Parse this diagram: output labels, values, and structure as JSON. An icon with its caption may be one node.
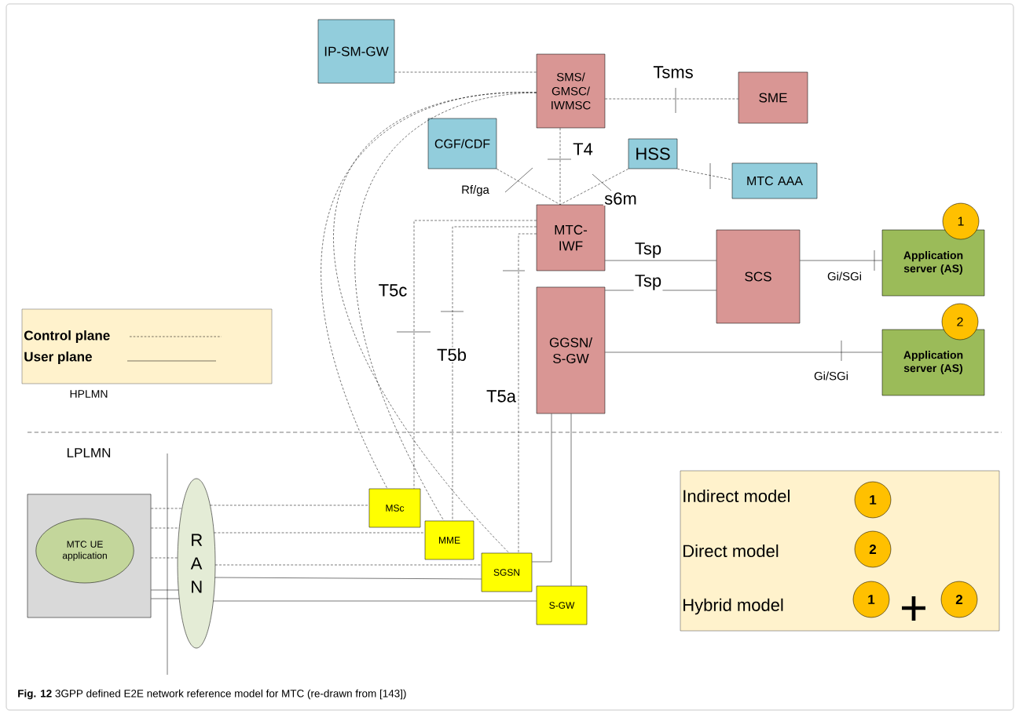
{
  "diagram": {
    "caption": "**Fig. 12** 3GPP defined E2E network reference model for MTC (re-drawn from [143])",
    "nodes": [
      {
        "text": [
          "IP-SM-GW"
        ]
      },
      {
        "text": [
          "SMS/ GMSC/ IWMSC"
        ]
      },
      {
        "text": [
          "SME"
        ]
      },
      {
        "text": [
          "CGF/CDF"
        ]
      },
      {
        "text": [
          "HSS"
        ]
      },
      {
        "text": [
          "MTC AAA"
        ]
      },
      {
        "text": [
          "MTC- IWF"
        ]
      },
      {
        "text": [
          "GGSN/ S-GW"
        ]
      },
      {
        "text": [
          "SCS"
        ]
      },
      {
        "text": [
          "Application server (AS)"
        ]
      },
      {
        "text": [
          "1"
        ]
      },
      {
        "text": [
          "Application server (AS)"
        ]
      },
      {
        "text": [
          "2"
        ]
      },
      {
        "text": [],
        "shape": "box"
      },
      {
        "text": [
          "MTC UE application"
        ],
        "in": 13
      },
      {
        "text": [
          "R A N"
        ]
      },
      {
        "text": [
          "MSc"
        ]
      },
      {
        "text": [
          "MME"
        ]
      },
      {
        "text": [
          "SGSN"
        ]
      },
      {
        "text": [
          "S-GW"
        ]
      },
      {
        "text": [
          "Indirect model",
          "Direct model",
          "Hybrid model"
        ]
      },
      {
        "text": [
          "1"
        ],
        "in": 20
      },
      {
        "text": [
          "2"
        ],
        "in": 20
      },
      {
        "text": [
          "1"
        ],
        "in": 20
      },
      {
        "text": [
          "2"
        ],
        "in": 20
      }
    ],
    "edges": [
      {
        "from": 0,
        "to": 1,
        "arrow": "none",
        "style": "dashed"
      },
      {
        "from": 1,
        "to": 2,
        "arrow": "none",
        "style": "dashed",
        "label": "Tsms"
      },
      {
        "from": 1,
        "to": 6,
        "arrow": "none",
        "style": "dashed",
        "label": "T4"
      },
      {
        "from": 3,
        "to": 6,
        "arrow": "none",
        "style": "dashed",
        "label": "Rf/ga"
      },
      {
        "from": 4,
        "to": 6,
        "arrow": "none",
        "style": "dashed",
        "label": "s6m"
      },
      {
        "from": 4,
        "to": 5,
        "arrow": "none",
        "style": "dashed"
      },
      {
        "from": 6,
        "to": 8,
        "arrow": "none",
        "label": "Tsp"
      },
      {
        "from": 7,
        "to": 8,
        "arrow": "none",
        "label": "Tsp"
      },
      {
        "from": 8,
        "to": 9,
        "arrow": "none",
        "label": "Gi/SGi"
      },
      {
        "from": 7,
        "to": 11,
        "arrow": "none",
        "label": "Gi/SGi"
      },
      {
        "from": 6,
        "to": 16,
        "arrow": "none",
        "style": "dashed",
        "label": "T5c"
      },
      {
        "from": 6,
        "to": 17,
        "arrow": "none",
        "style": "dashed",
        "label": "T5b"
      },
      {
        "from": 6,
        "to": 18,
        "arrow": "none",
        "style": "dashed",
        "label": "T5a"
      },
      {
        "from": 1,
        "to": 16,
        "arrow": "none",
        "style": "dashed"
      },
      {
        "from": 1,
        "to": 17,
        "arrow": "none",
        "style": "dashed"
      },
      {
        "from": 1,
        "to": 18,
        "arrow": "none",
        "style": "dashed"
      },
      {
        "from": 7,
        "to": 18,
        "arrow": "none"
      },
      {
        "from": 7,
        "to": 19,
        "arrow": "none"
      },
      {
        "from": 13,
        "to": 15,
        "arrow": "none",
        "style": "dashed"
      },
      {
        "from": 13,
        "to": 15,
        "arrow": "none",
        "style": "dashed"
      },
      {
        "from": 13,
        "to": 15,
        "arrow": "none",
        "style": "dashed"
      },
      {
        "from": 13,
        "to": 15,
        "arrow": "none"
      },
      {
        "from": 13,
        "to": 15,
        "arrow": "none"
      },
      {
        "from": 15,
        "to": 16,
        "arrow": "none",
        "style": "dashed"
      },
      {
        "from": 15,
        "to": 17,
        "arrow": "none",
        "style": "dashed"
      },
      {
        "from": 15,
        "to": 18,
        "arrow": "none",
        "style": "dashed"
      },
      {
        "from": 15,
        "to": 18,
        "arrow": "none"
      },
      {
        "from": 15,
        "to": 19,
        "arrow": "none"
      }
    ],
    "labels": [
      "HPLMN",
      "LPLMN"
    ],
    "legend": [
      {
        "text": "Control plane"
      },
      {
        "text": "User plane"
      }
    ]
  }
}
